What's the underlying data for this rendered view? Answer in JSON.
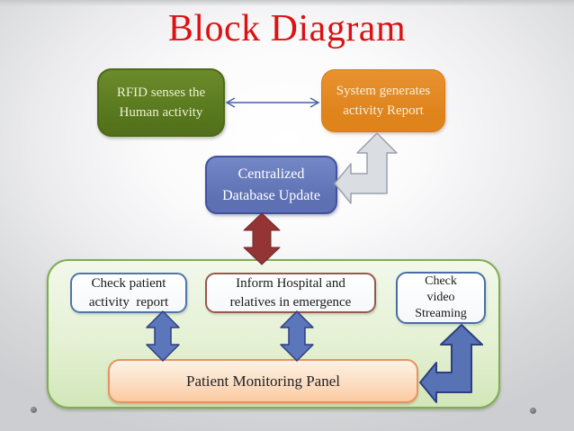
{
  "slide": {
    "title": "Block Diagram",
    "title_color": "#dc1212",
    "background_edge_color": "#ced0d2"
  },
  "boxes": {
    "rfid": {
      "label": "RFID senses the\nHuman activity",
      "fill": "#5e7d21",
      "text_color": "#edf0d2"
    },
    "system_report": {
      "label": "System generates\nactivity Report",
      "fill": "#e1871f",
      "text_color": "#f8efdc"
    },
    "central_db": {
      "label": "Centralized\nDatabase Update",
      "fill": "#6277bb",
      "border": "#41519e",
      "text_color": "#ffffff"
    },
    "check_patient": {
      "label": "Check patient\nactivity  report",
      "border": "#4f74b0",
      "text_color": "#1a1a1a"
    },
    "inform_hospital": {
      "label": "Inform Hospital and\nrelatives in emergence",
      "border": "#9b574e",
      "text_color": "#1a1a1a"
    },
    "check_video": {
      "label": "Check\nvideo\nStreaming",
      "border": "#4a6da8",
      "text_color": "#1a1a1a"
    },
    "monitoring_panel": {
      "label": "Patient Monitoring Panel",
      "border": "#e79262",
      "text_color": "#222222"
    }
  },
  "container": {
    "fill_top": "#f2f8ea",
    "fill_bottom": "#d2e7b9",
    "border": "#7fae52"
  },
  "arrows": {
    "rfid_system_connector": {
      "type": "thin-double-headed-line",
      "color": "#44639f"
    },
    "system_central_bent": {
      "type": "bent-double-arrow",
      "fill": "#dadde2",
      "stroke": "#9aa1ab"
    },
    "central_to_container": {
      "type": "thick-double-arrow",
      "fill": "#943434",
      "stroke": "#702828"
    },
    "check_patient_panel": {
      "type": "thick-double-arrow",
      "fill": "#5b76ba",
      "stroke": "#2f3f80"
    },
    "inform_panel": {
      "type": "thick-double-arrow",
      "fill": "#5b76ba",
      "stroke": "#2f3f80"
    },
    "panel_video_bent": {
      "type": "bent-double-arrow",
      "fill": "#5872b6",
      "stroke": "#2e3e7e"
    }
  },
  "decorations": {
    "corner_dot_color": "#7b7b7d"
  }
}
